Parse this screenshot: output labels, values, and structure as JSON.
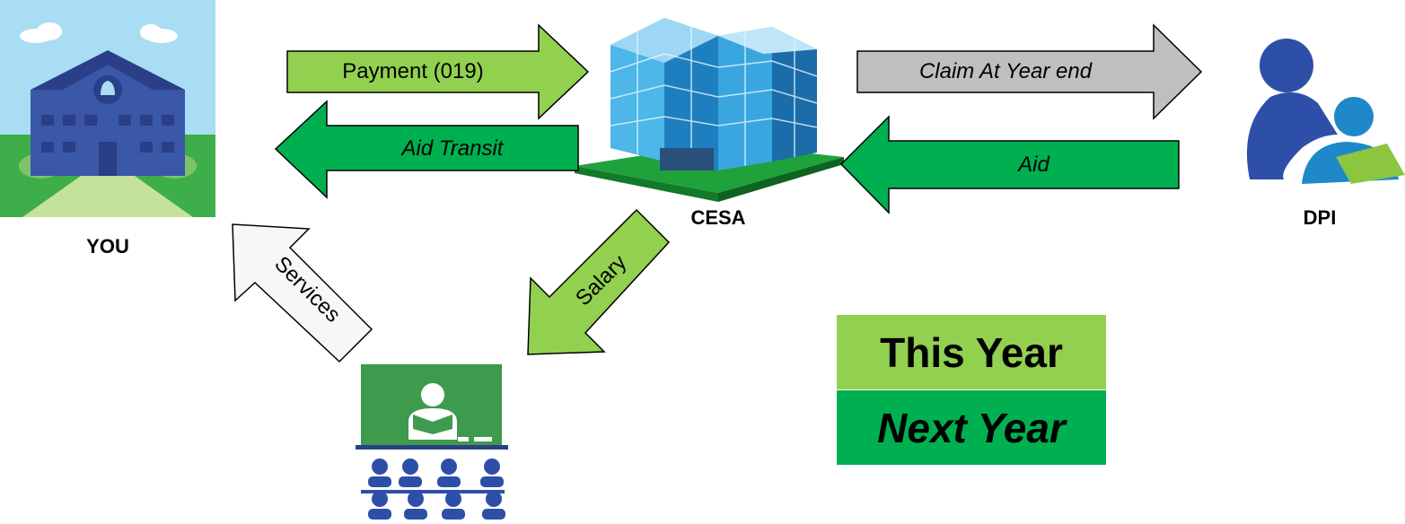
{
  "entities": {
    "you": {
      "label": "YOU",
      "icon": "school-building-icon"
    },
    "cesa": {
      "label": "CESA",
      "icon": "office-building-icon"
    },
    "dpi": {
      "label": "DPI",
      "icon": "dpi-logo-icon"
    },
    "classroom": {
      "icon": "classroom-teacher-students-icon"
    }
  },
  "arrows": {
    "payment": {
      "label": "Payment (019)",
      "period": "this_year"
    },
    "aid_transit": {
      "label": "Aid Transit",
      "period": "next_year"
    },
    "claim": {
      "label": "Claim At Year end",
      "period": "next_year"
    },
    "aid": {
      "label": "Aid",
      "period": "next_year"
    },
    "salary": {
      "label": "Salary",
      "period": "this_year"
    },
    "services": {
      "label": "Services",
      "period": "none"
    }
  },
  "legend": {
    "this_year": {
      "label": "This Year",
      "color": "#92D050"
    },
    "next_year": {
      "label": "Next Year",
      "color": "#00B050"
    }
  },
  "colors": {
    "light_green": "#92D050",
    "dark_green": "#00B050",
    "gray": "#BFBFBF",
    "white": "#F7F7F7",
    "navy": "#2E4FA8"
  }
}
